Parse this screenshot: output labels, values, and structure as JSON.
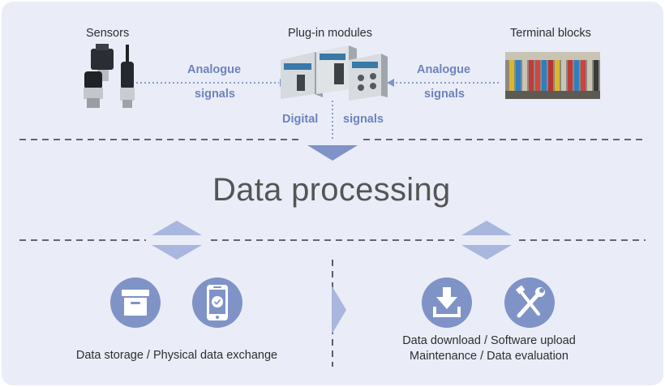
{
  "colors": {
    "panel": "#eaedf8",
    "accent": "#7f93c6",
    "accent_light": "#a9b6dd",
    "dash": "#3a3a3a"
  },
  "labels": {
    "sensors": "Sensors",
    "plugin_modules": "Plug-in modules",
    "terminal_blocks": "Terminal blocks",
    "analogue": "Analogue",
    "signals": "signals",
    "digital": "Digital",
    "title": "Data processing",
    "storage_caption": "Data storage / Physical data exchange",
    "remote_caption_1": "Data download / Software upload",
    "remote_caption_2": "Maintenance / Data evaluation"
  },
  "icons": [
    "archive-box-icon",
    "smartphone-check-icon",
    "download-icon",
    "wrench-screwdriver-icon"
  ]
}
